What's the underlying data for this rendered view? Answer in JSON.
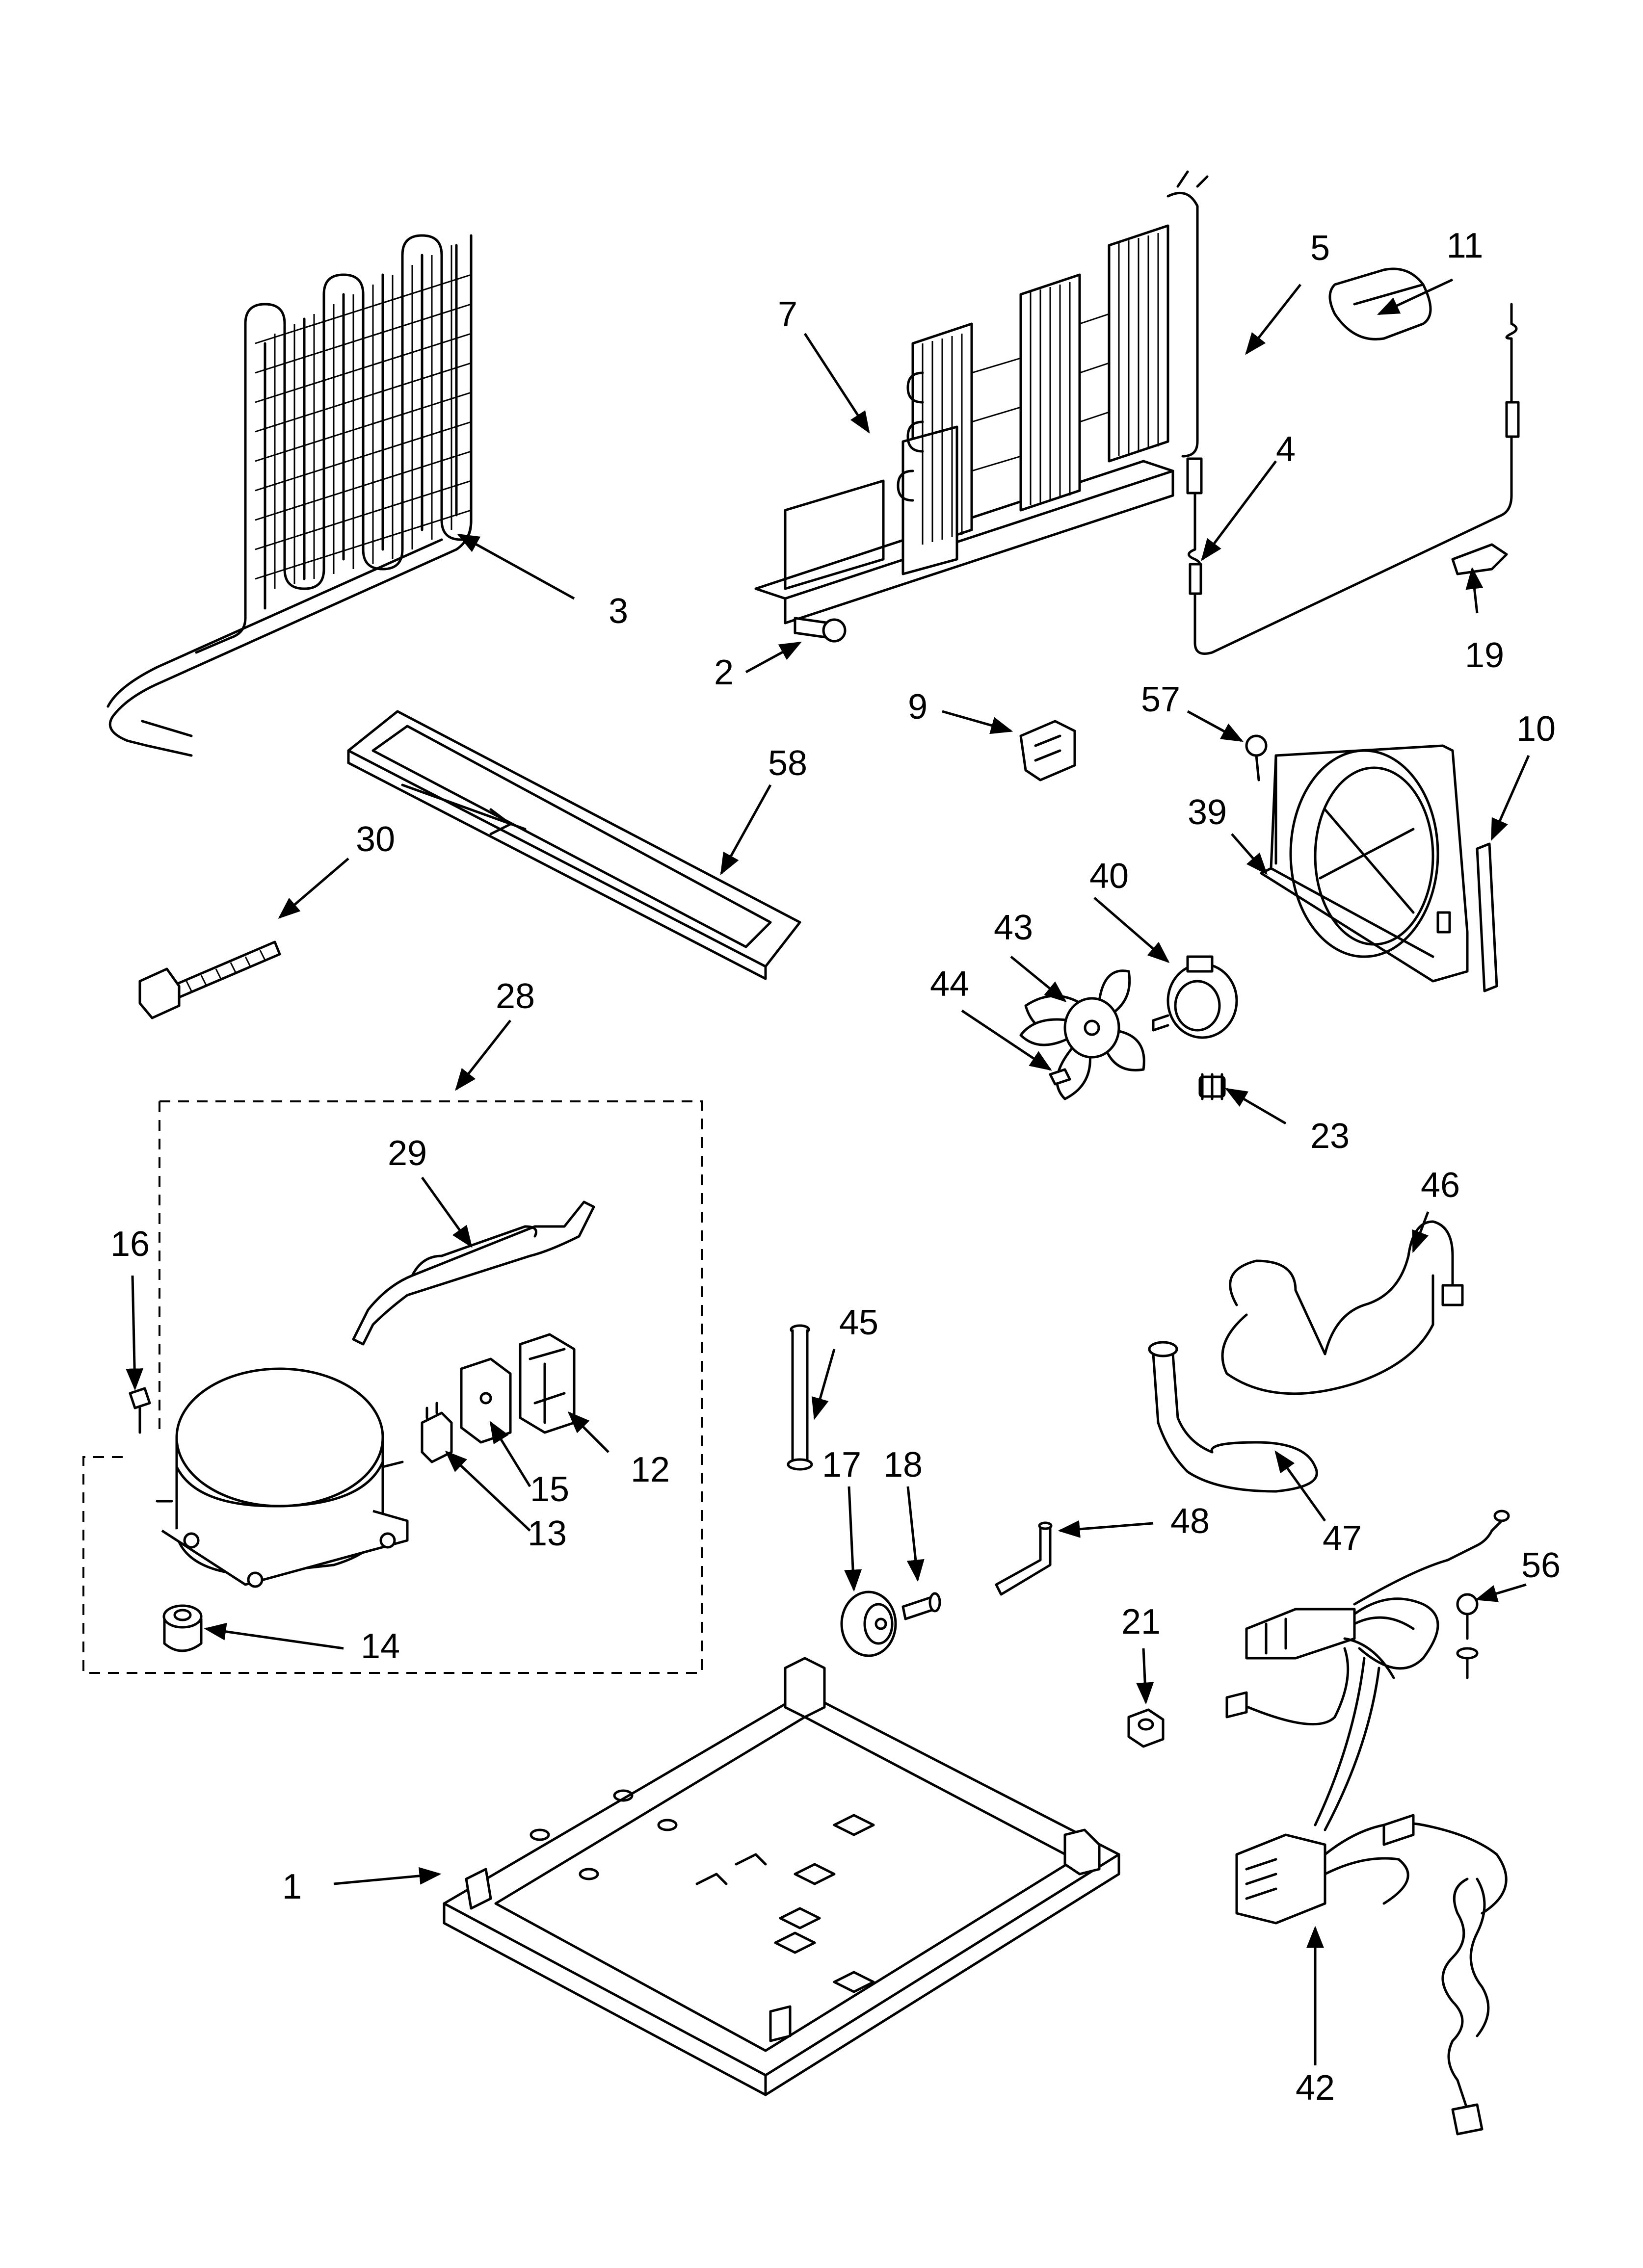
{
  "callouts": [
    "1",
    "2",
    "3",
    "4",
    "5",
    "7",
    "9",
    "10",
    "11",
    "12",
    "13",
    "14",
    "15",
    "16",
    "17",
    "18",
    "19",
    "21",
    "23",
    "28",
    "29",
    "30",
    "39",
    "40",
    "42",
    "43",
    "44",
    "45",
    "46",
    "47",
    "48",
    "56",
    "57",
    "58"
  ],
  "colors": {
    "ink": "#000000",
    "paper": "#ffffff"
  }
}
